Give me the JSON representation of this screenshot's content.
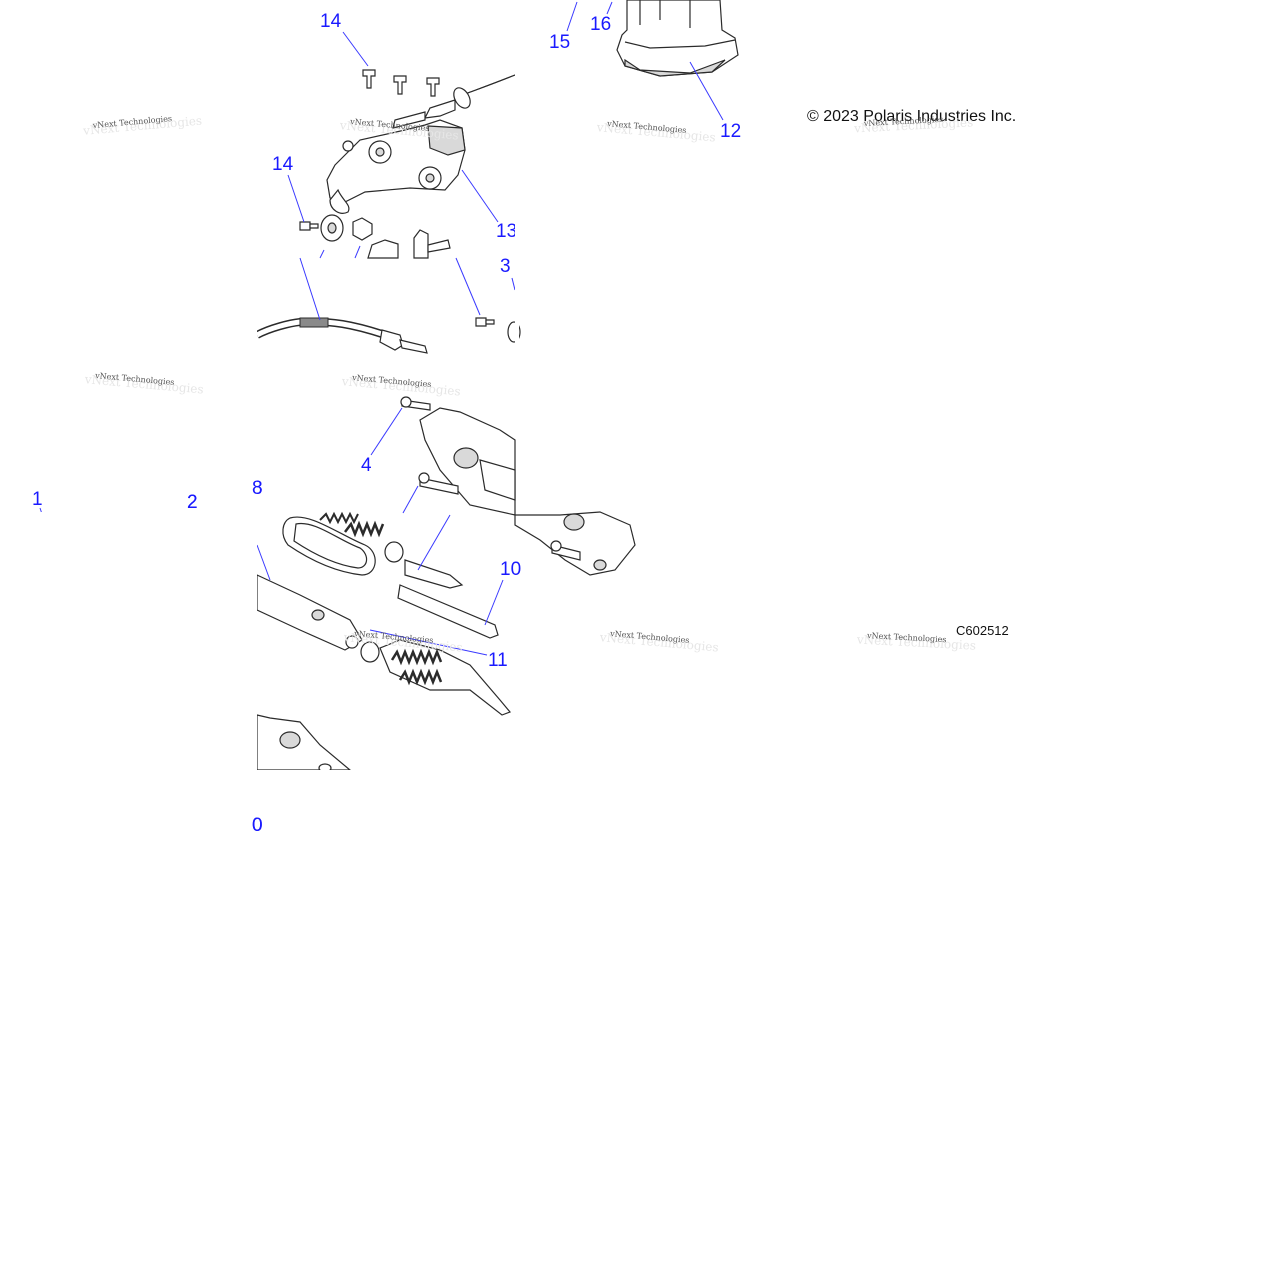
{
  "copyright": "© 2023 Polaris Industries Inc.",
  "diagram_code": "C602512",
  "watermark_text": "vNext Technologies",
  "callouts": {
    "c14_top": "14",
    "c15": "15",
    "c16": "16",
    "c12": "12",
    "c14_mid": "14",
    "c13": "13",
    "c3": "3",
    "c4": "4",
    "c1": "1",
    "c2": "2",
    "c8": "8",
    "c10": "10",
    "c11": "11",
    "c0_bottom": "0"
  },
  "colors": {
    "callout": "#1a1aff",
    "leader": "#3a3aff",
    "outline": "#2b2b2b",
    "shade": "#d9d9d9"
  }
}
